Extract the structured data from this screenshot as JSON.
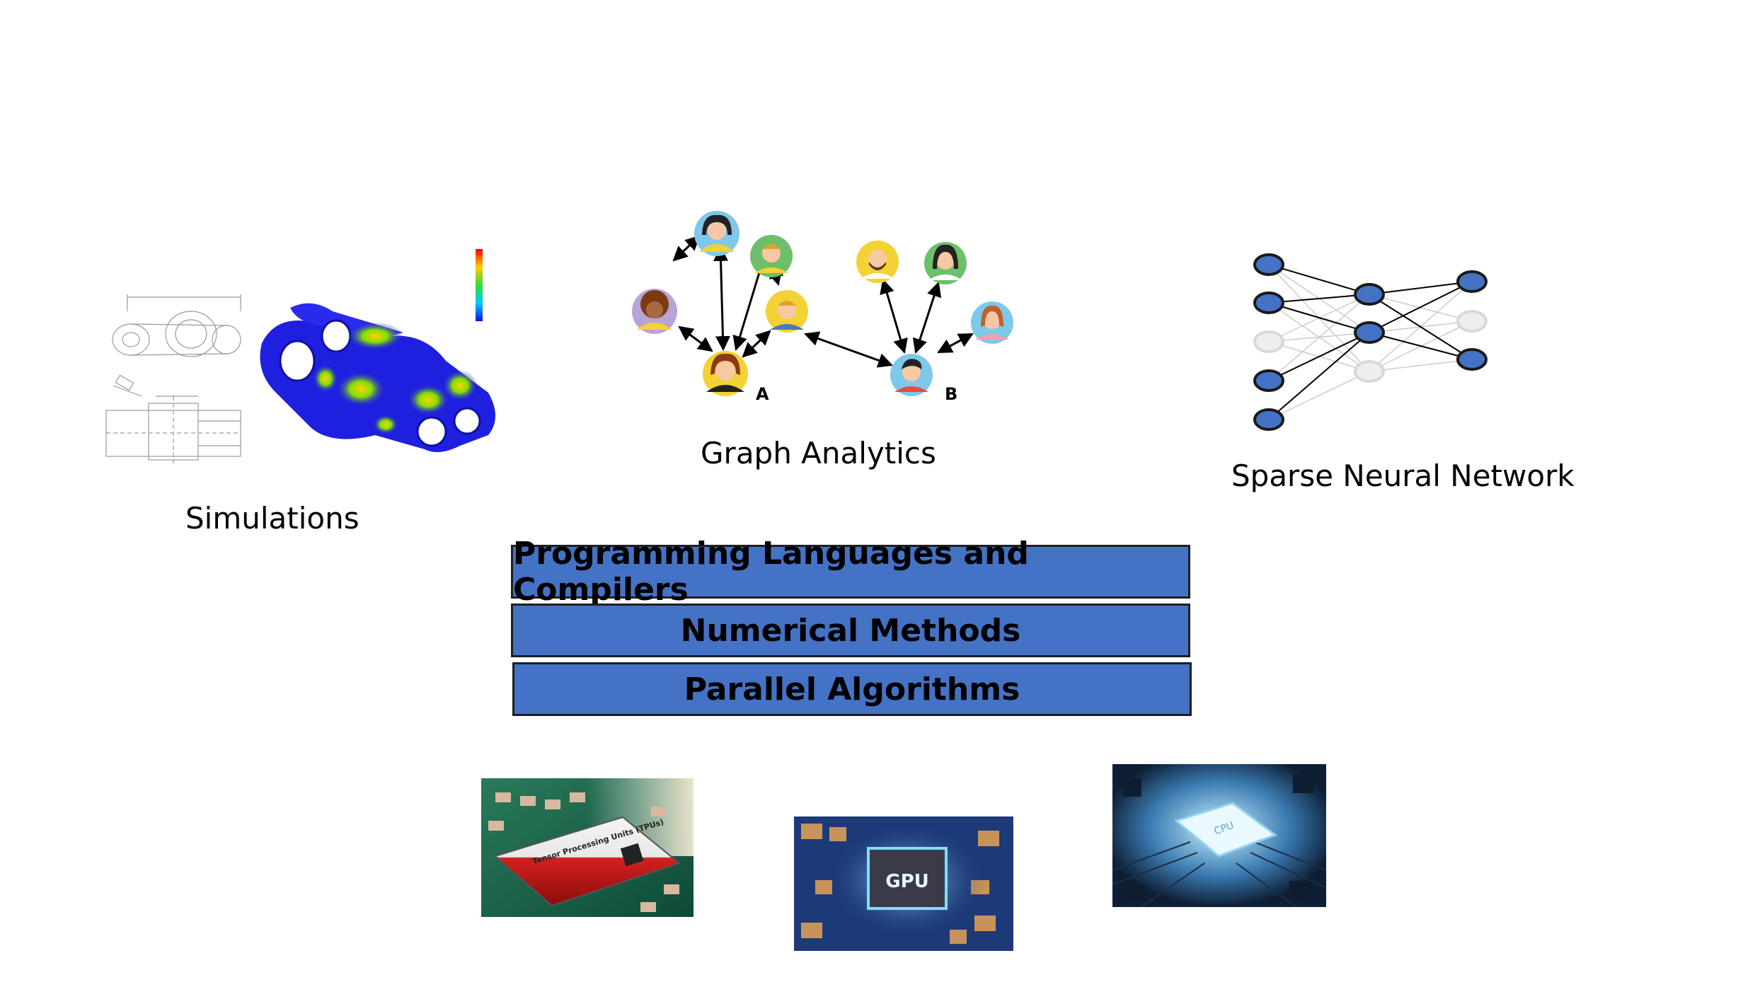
{
  "captions": {
    "simulations": "Simulations",
    "graph_analytics": "Graph Analytics",
    "sparse_nn": "Sparse Neural Network"
  },
  "stack": {
    "layer1": "Programming Languages and Compilers",
    "layer2": "Numerical Methods",
    "layer3": "Parallel Algorithms"
  },
  "graph": {
    "label_a": "A",
    "label_b": "B"
  },
  "hardware": {
    "tpu_label": "Tensor Processing Units (TPUs)",
    "gpu_label": "GPU",
    "cpu_label": "CPU"
  },
  "colors": {
    "band_fill": "#4472c4",
    "node_active": "#4472c4",
    "node_inactive": "#e6e6e6",
    "fea_blue": "#1f1fe0"
  }
}
